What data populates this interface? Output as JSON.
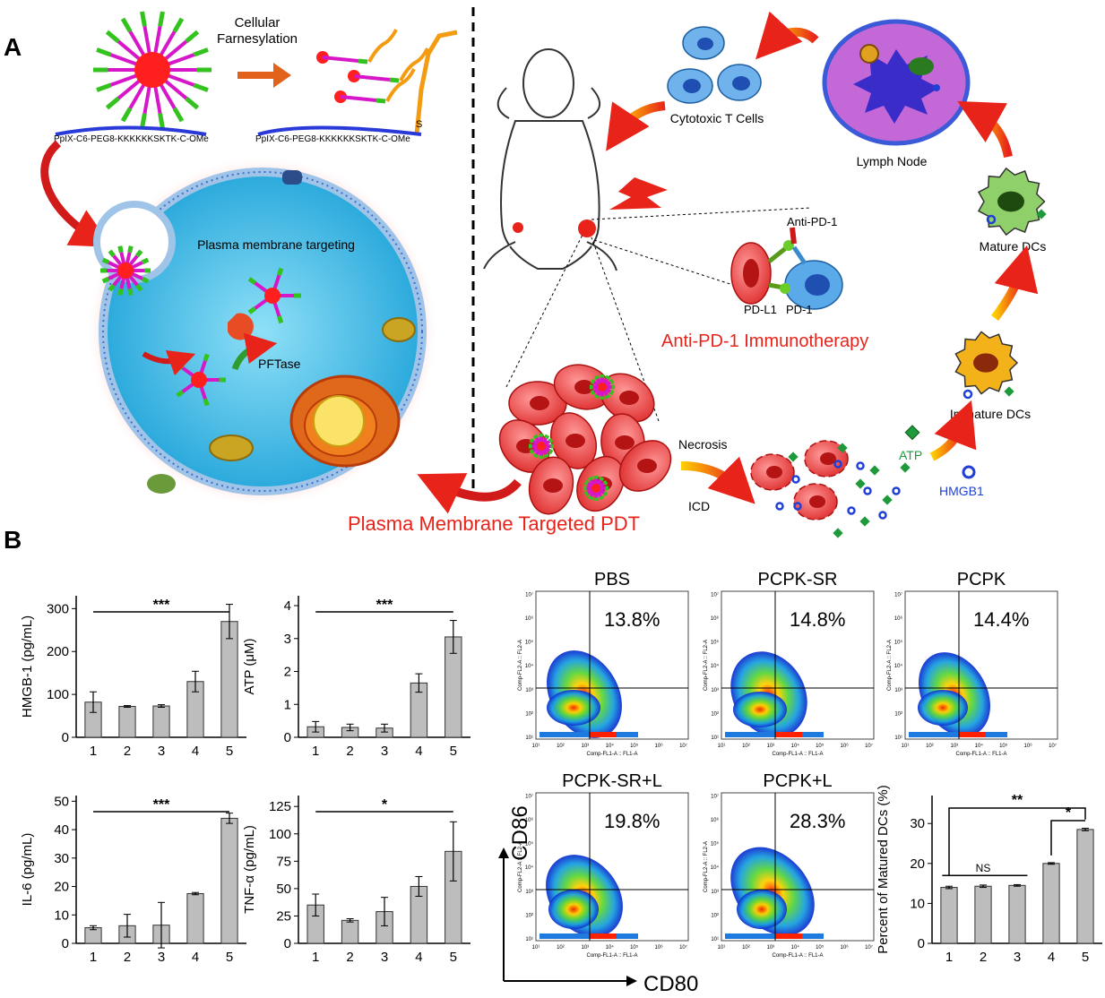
{
  "panels": {
    "a": "A",
    "b": "B"
  },
  "colors": {
    "red": "#e31a1c",
    "cell_blue": "#39b6e6",
    "magenta": "#d616c8",
    "green": "#33c21e",
    "orange": "#f39c12",
    "bar_gray": "#bdbdbd",
    "tcell": "#3e8ee0",
    "ln_purple": "#c468d8",
    "atp": "#1f9a3b",
    "hmgb": "#1f3fd6"
  },
  "diagram": {
    "farnesylation": "Cellular\nFarnesylation",
    "peptide_left": "PpIX-C6-PEG8-KKKKKKSKTK-C-OMe",
    "peptide_right": "PpIX-C6-PEG8-KKKKKKSKTK-C-OMe",
    "s_label": "S",
    "pm_targeting": "Plasma membrane targeting",
    "pftase": "PFTase",
    "cytotoxic": "Cytotoxic T Cells",
    "lymph": "Lymph Node",
    "mature": "Mature DCs",
    "immature": "Immature DCs",
    "anti_pd1_label": "Anti-PD-1",
    "pdl1": "PD-L1",
    "pd1": "PD-1",
    "anti_pd1_title": "Anti-PD-1 Immunotherapy",
    "necrosis": "Necrosis",
    "icd": "ICD",
    "atp": "ATP",
    "hmgb1": "HMGB1",
    "pm_pdt": "Plasma Membrane Targeted PDT"
  },
  "bar_charts": [
    {
      "id": "hmgb",
      "ylabel": "HMGB-1 (pg/mL)",
      "categories": [
        "1",
        "2",
        "3",
        "4",
        "5"
      ],
      "values": [
        82,
        72,
        73,
        130,
        270
      ],
      "errors": [
        24,
        2,
        3,
        24,
        40
      ],
      "ylim": [
        0,
        330
      ],
      "yticks": [
        0,
        100,
        200,
        300
      ],
      "sig": "***"
    },
    {
      "id": "atp",
      "ylabel": "ATP (μM)",
      "categories": [
        "1",
        "2",
        "3",
        "4",
        "5"
      ],
      "values": [
        0.32,
        0.3,
        0.28,
        1.65,
        3.05
      ],
      "errors": [
        0.16,
        0.1,
        0.12,
        0.28,
        0.5
      ],
      "ylim": [
        0,
        4.3
      ],
      "yticks": [
        0,
        1,
        2,
        3,
        4
      ],
      "sig": "***"
    },
    {
      "id": "il6",
      "ylabel": "IL-6 (pg/mL)",
      "categories": [
        "1",
        "2",
        "3",
        "4",
        "5"
      ],
      "values": [
        5.5,
        6.2,
        6.4,
        17.5,
        44
      ],
      "errors": [
        0.7,
        4,
        8,
        0.4,
        1.8
      ],
      "ylim": [
        0,
        52
      ],
      "yticks": [
        0,
        10,
        20,
        30,
        40,
        50
      ],
      "sig": "***"
    },
    {
      "id": "tnf",
      "ylabel": "TNF-α (pg/mL)",
      "categories": [
        "1",
        "2",
        "3",
        "4",
        "5"
      ],
      "values": [
        35,
        21,
        29,
        52,
        84
      ],
      "errors": [
        10,
        1.5,
        13,
        9,
        27
      ],
      "ylim": [
        0,
        135
      ],
      "yticks": [
        0,
        25,
        50,
        75,
        100,
        125
      ],
      "sig": "*"
    },
    {
      "id": "dc",
      "ylabel": "Percent of Matured DCs (%)",
      "categories": [
        "1",
        "2",
        "3",
        "4",
        "5"
      ],
      "values": [
        14,
        14.3,
        14.5,
        20,
        28.5
      ],
      "errors": [
        0.3,
        0.3,
        0.2,
        0.2,
        0.3
      ],
      "ylim": [
        0,
        37
      ],
      "yticks": [
        0,
        10,
        20,
        30
      ],
      "sig1": "**",
      "sig2": "*",
      "ns": "NS"
    }
  ],
  "flow": {
    "plots": [
      {
        "title": "PBS",
        "pct": "13.8%"
      },
      {
        "title": "PCPK-SR",
        "pct": "14.8%"
      },
      {
        "title": "PCPK",
        "pct": "14.4%"
      },
      {
        "title": "PCPK-SR+L",
        "pct": "19.8%"
      },
      {
        "title": "PCPK+L",
        "pct": "28.3%"
      }
    ],
    "xaxis": "Comp-FL1-A :: FL1-A",
    "yaxis": "Comp-FL2-A :: FL2-A",
    "ticks": [
      "10¹",
      "10²",
      "10³",
      "10⁴",
      "10⁵",
      "10⁶",
      "10⁷"
    ],
    "cd86": "CD86",
    "cd80": "CD80"
  }
}
